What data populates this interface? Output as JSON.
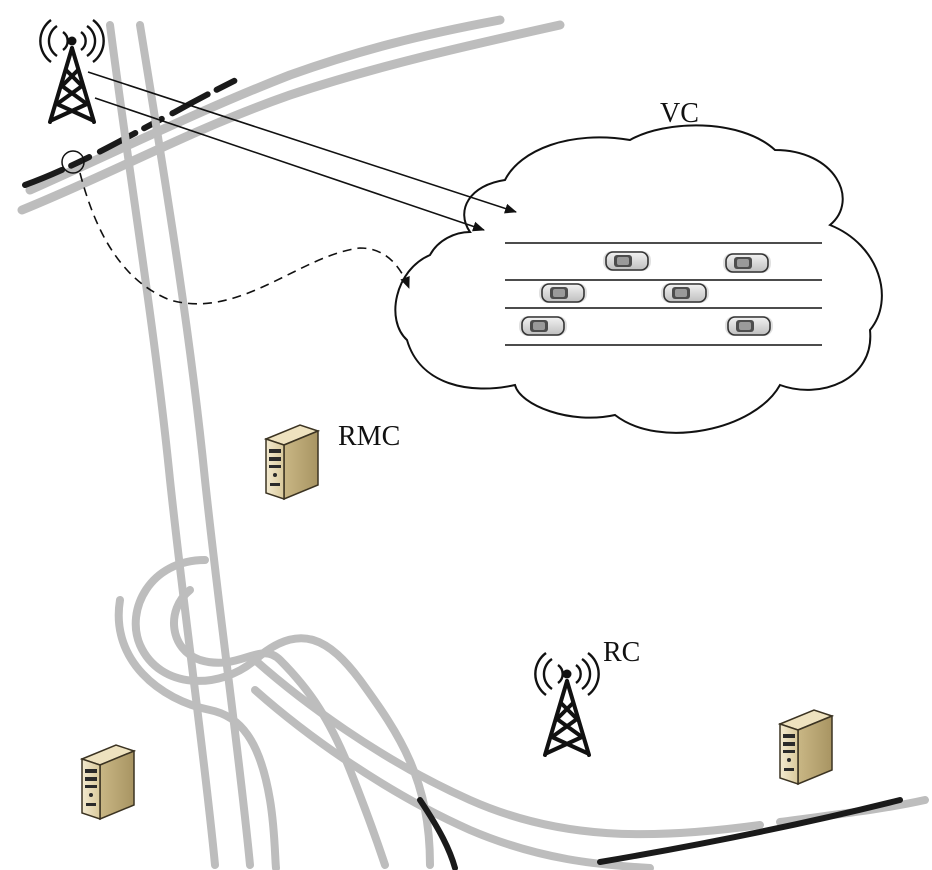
{
  "labels": {
    "vc": "VC",
    "rmc": "RMC",
    "rc": "RC"
  },
  "icons": [
    "cell-tower-icon",
    "server-icon",
    "car-icon",
    "cloud-icon"
  ],
  "colors": {
    "road": "#bdbdbd",
    "dark_road": "#1a1a1a",
    "cloud_stroke": "#111111",
    "car_body": "#d9d9d9"
  }
}
